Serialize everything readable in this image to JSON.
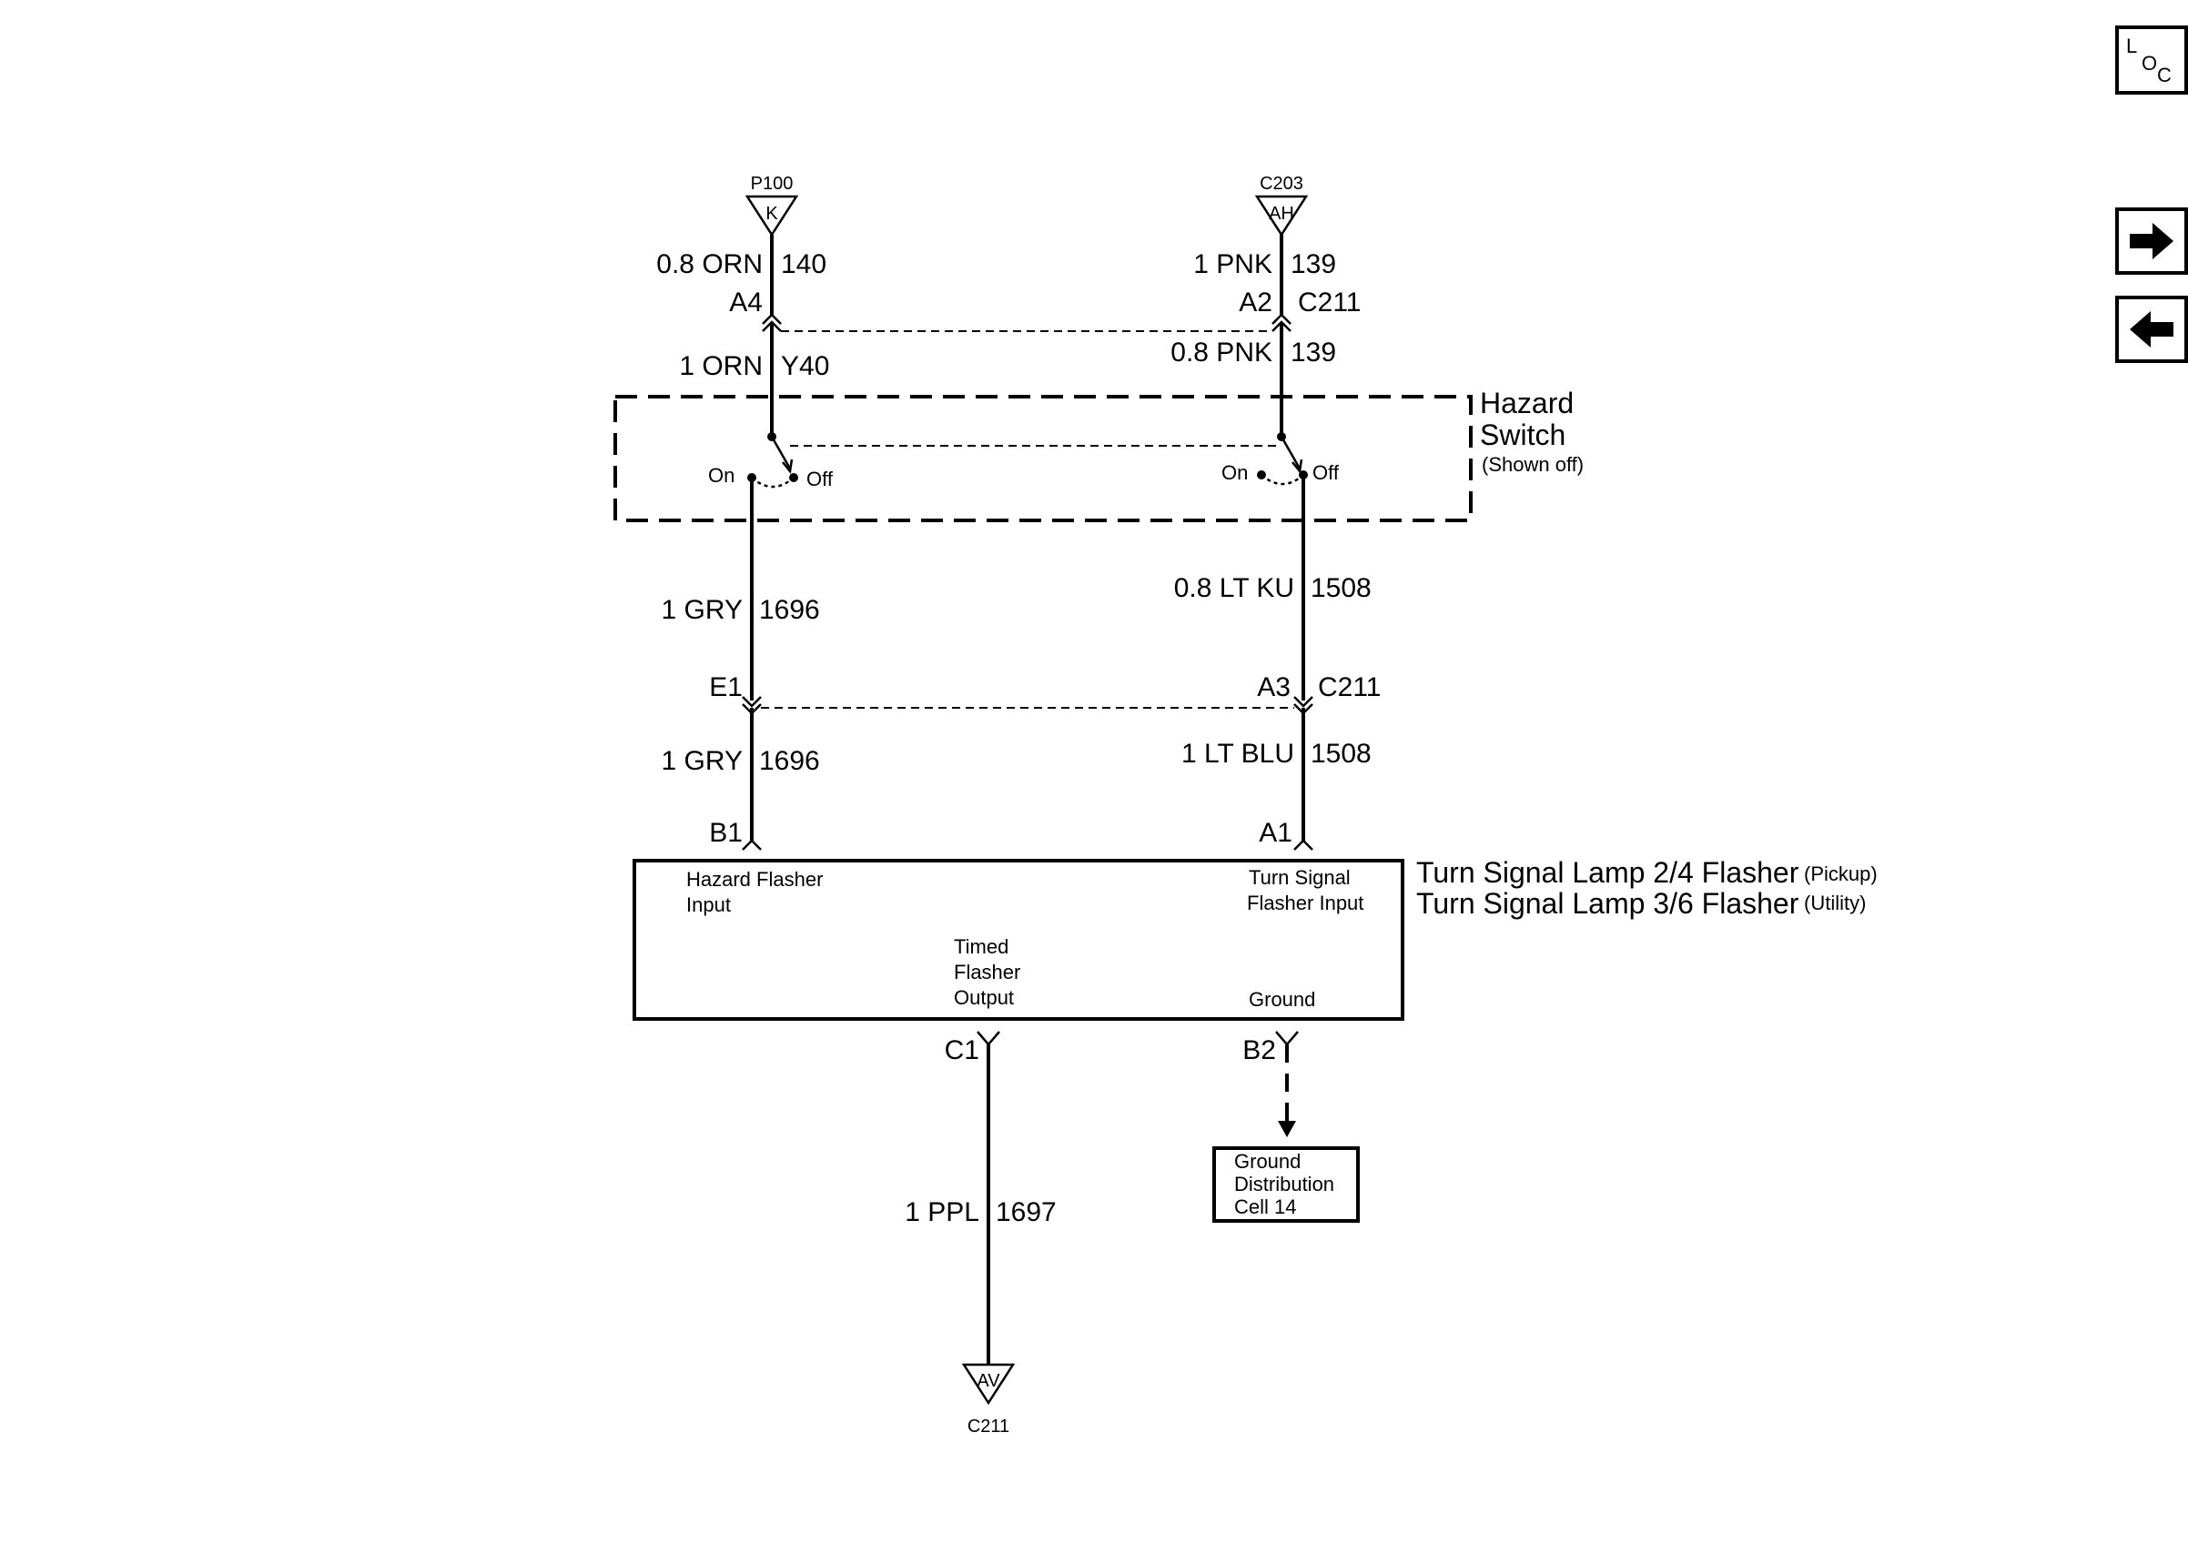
{
  "nav": {
    "loc_l": "L",
    "loc_o": "O",
    "loc_c": "C",
    "forward_icon": "arrow-right-icon",
    "back_icon": "arrow-left-icon"
  },
  "connectors": {
    "p100_name": "P100",
    "p100_pin": "K",
    "c203_name": "C203",
    "c203_pin": "AH",
    "c211_bottom_pin": "AV",
    "c211_bottom_name": "C211"
  },
  "wires": {
    "left_top": {
      "size_color": "0.8 ORN",
      "circuit": "140"
    },
    "right_top": {
      "size_color": "1 PNK",
      "circuit": "139"
    },
    "left_switch_in": {
      "size_color": "1 ORN",
      "circuit": "Y40"
    },
    "right_switch_in": {
      "size_color": "0.8 PNK",
      "circuit": "139"
    },
    "left_switch_out": {
      "size_color": "1 GRY",
      "circuit": "1696"
    },
    "right_switch_out": {
      "size_color": "0.8 LT KU",
      "circuit": "1508"
    },
    "left_flasher_in": {
      "size_color": "1 GRY",
      "circuit": "1696"
    },
    "right_flasher_in": {
      "size_color": "1 LT BLU",
      "circuit": "1508"
    },
    "output": {
      "size_color": "1 PPL",
      "circuit": "1697"
    }
  },
  "pins": {
    "a4": "A4",
    "a2": "A2",
    "c211_top": "C211",
    "e1": "E1",
    "a3": "A3",
    "c211_mid": "C211",
    "b1": "B1",
    "a1": "A1",
    "c1": "C1",
    "b2": "B2"
  },
  "hazard_switch": {
    "title_line1": "Hazard",
    "title_line2": "Switch",
    "subtitle": "(Shown off)",
    "left_on": "On",
    "left_off": "Off",
    "right_on": "On",
    "right_off": "Off"
  },
  "flasher": {
    "title1": "Turn Signal Lamp 2/4 Flasher",
    "title1_note": "(Pickup)",
    "title2": "Turn Signal Lamp 3/6 Flasher",
    "title2_note": "(Utility)",
    "hazard_input_line1": "Hazard Flasher",
    "hazard_input_line2": "Input",
    "turn_input_line1": "Turn Signal",
    "turn_input_line2": "Flasher Input",
    "timed_line1": "Timed",
    "timed_line2": "Flasher",
    "timed_line3": "Output",
    "ground": "Ground"
  },
  "ground_ref": {
    "line1": "Ground",
    "line2": "Distribution",
    "line3": "Cell 14"
  }
}
